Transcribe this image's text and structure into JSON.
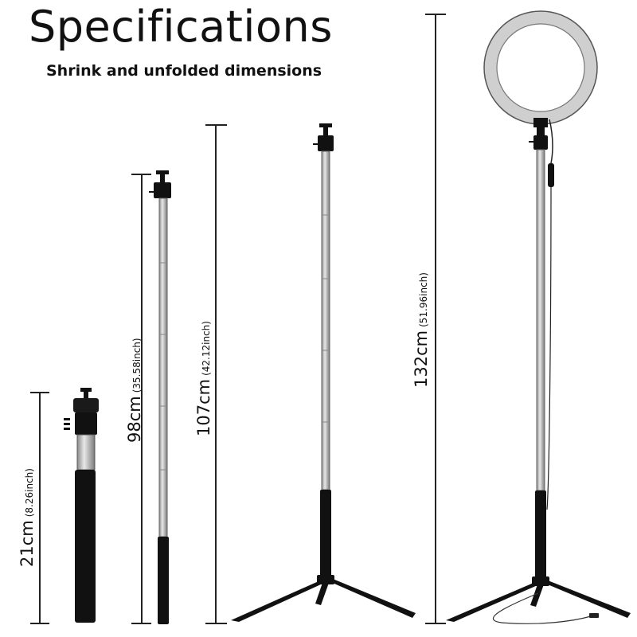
{
  "title": "Specifications",
  "subtitle": "Shrink and unfolded dimensions",
  "measurements": [
    {
      "id": "handheld",
      "cm": "21cm",
      "inch": "(8.26inch)"
    },
    {
      "id": "extended-pole",
      "cm": "98cm",
      "inch": "(35.58inch)"
    },
    {
      "id": "tripod-stand",
      "cm": "107cm",
      "inch": "(42.12inch)"
    },
    {
      "id": "ring-light-stand",
      "cm": "132cm",
      "inch": "(51.96inch)"
    }
  ],
  "colors": {
    "line": "#222222",
    "pole": "#c9c9c9",
    "grip": "#111111",
    "ring": "#f7f7f7"
  }
}
